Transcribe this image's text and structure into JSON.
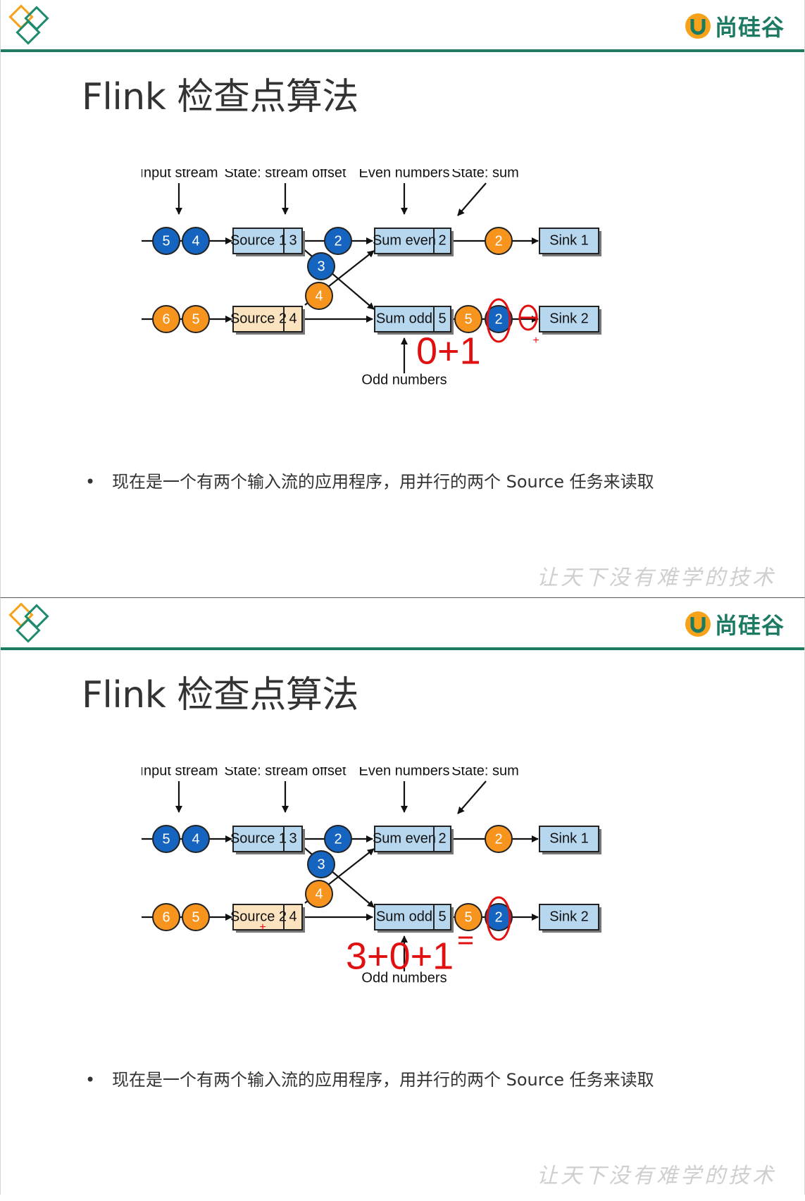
{
  "slides": [
    {
      "title": "Flink 检查点算法",
      "brand": "尚硅谷",
      "brand_mark": "U",
      "bullet": "现在是一个有两个输入流的应用程序，用并行的两个 Source 任务来读取",
      "watermark": "让天下没有难学的技术",
      "diagram": {
        "labels": {
          "input_stream": "Input stream",
          "state_offset": "State: stream offset",
          "even_numbers": "Even numbers",
          "state_sum": "State: sum",
          "odd_numbers": "Odd numbers"
        },
        "nodes": {
          "source1": {
            "name": "Source 1",
            "state": "3"
          },
          "source2": {
            "name": "Source 2",
            "state": "4"
          },
          "sum_even": {
            "name": "Sum even",
            "state": "2"
          },
          "sum_odd": {
            "name": "Sum odd",
            "state": "5"
          },
          "sink1": {
            "name": "Sink 1"
          },
          "sink2": {
            "name": "Sink 2"
          }
        },
        "records": {
          "in1_a": "5",
          "in1_b": "4",
          "in2_a": "6",
          "in2_b": "5",
          "s1_out": "2",
          "cross_3": "3",
          "cross_4": "4",
          "even_out": "2",
          "odd_out_5": "5",
          "odd_out_2": "2"
        },
        "annotation": "0+1",
        "annotation_extra": "+"
      }
    },
    {
      "title": "Flink 检查点算法",
      "brand": "尚硅谷",
      "brand_mark": "U",
      "bullet": "现在是一个有两个输入流的应用程序，用并行的两个 Source 任务来读取",
      "watermark": "让天下没有难学的技术",
      "diagram": {
        "labels": {
          "input_stream": "Input stream",
          "state_offset": "State: stream offset",
          "even_numbers": "Even numbers",
          "state_sum": "State: sum",
          "odd_numbers": "Odd numbers"
        },
        "nodes": {
          "source1": {
            "name": "Source 1",
            "state": "3"
          },
          "source2": {
            "name": "Source 2",
            "state": "4"
          },
          "sum_even": {
            "name": "Sum even",
            "state": "2"
          },
          "sum_odd": {
            "name": "Sum odd",
            "state": "5"
          },
          "sink1": {
            "name": "Sink 1"
          },
          "sink2": {
            "name": "Sink 2"
          }
        },
        "records": {
          "in1_a": "5",
          "in1_b": "4",
          "in2_a": "6",
          "in2_b": "5",
          "s1_out": "2",
          "cross_3": "3",
          "cross_4": "4",
          "even_out": "2",
          "odd_out_5": "5",
          "odd_out_2": "2"
        },
        "annotation": "3+0+1",
        "annotation_extra": "+"
      }
    }
  ],
  "colors": {
    "blue_record": "#1565c0",
    "orange_record": "#f7941d",
    "source1_box": "#b7d7ef",
    "source2_box": "#fce3c0",
    "operator_box": "#b7d7ef",
    "red_ink": "#e01010",
    "brand_green": "#1c7a62"
  }
}
